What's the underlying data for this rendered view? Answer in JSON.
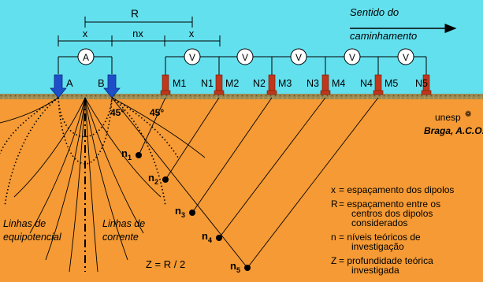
{
  "colors": {
    "sky": "#63E0EE",
    "ground": "#F59A34",
    "soil_band": "#8B7B4A",
    "electrode_current": "#1E4FC9",
    "electrode_potential": "#C0371B"
  },
  "top_dimensions": {
    "R": "R",
    "x_left": "x",
    "nx": "nx",
    "x_right": "x"
  },
  "direction": {
    "line1": "Sentido do",
    "line2": "caminhamento"
  },
  "meters": {
    "current": "A",
    "potential": [
      "V",
      "V",
      "V",
      "V",
      "V"
    ]
  },
  "electrode_labels": {
    "A": "A",
    "B": "B",
    "potential": [
      "M1",
      "N1",
      "M2",
      "N2",
      "M3",
      "N3",
      "M4",
      "N4",
      "M5",
      "N5"
    ]
  },
  "angles": [
    "45°",
    "45°"
  ],
  "levels": [
    "n1",
    "n2",
    "n3",
    "n4",
    "n5"
  ],
  "credits": {
    "logo": "unesp",
    "author": "Braga, A.C.O."
  },
  "lines": {
    "equipotential": [
      "Linhas de",
      "equipotencial"
    ],
    "current": [
      "Linhas de",
      "corrente"
    ]
  },
  "legend": [
    {
      "key": "x",
      "lines": [
        "= espaçamento dos dipolos"
      ]
    },
    {
      "key": "R",
      "lines": [
        "= espaçamento entre os",
        "centros dos dipolos",
        "considerados"
      ]
    },
    {
      "key": "n",
      "lines": [
        "= níveis teóricos de",
        "investigação"
      ]
    },
    {
      "key": "Z",
      "lines": [
        "= profundidade teórica",
        "investigada"
      ]
    }
  ],
  "formula": "Z = R / 2"
}
